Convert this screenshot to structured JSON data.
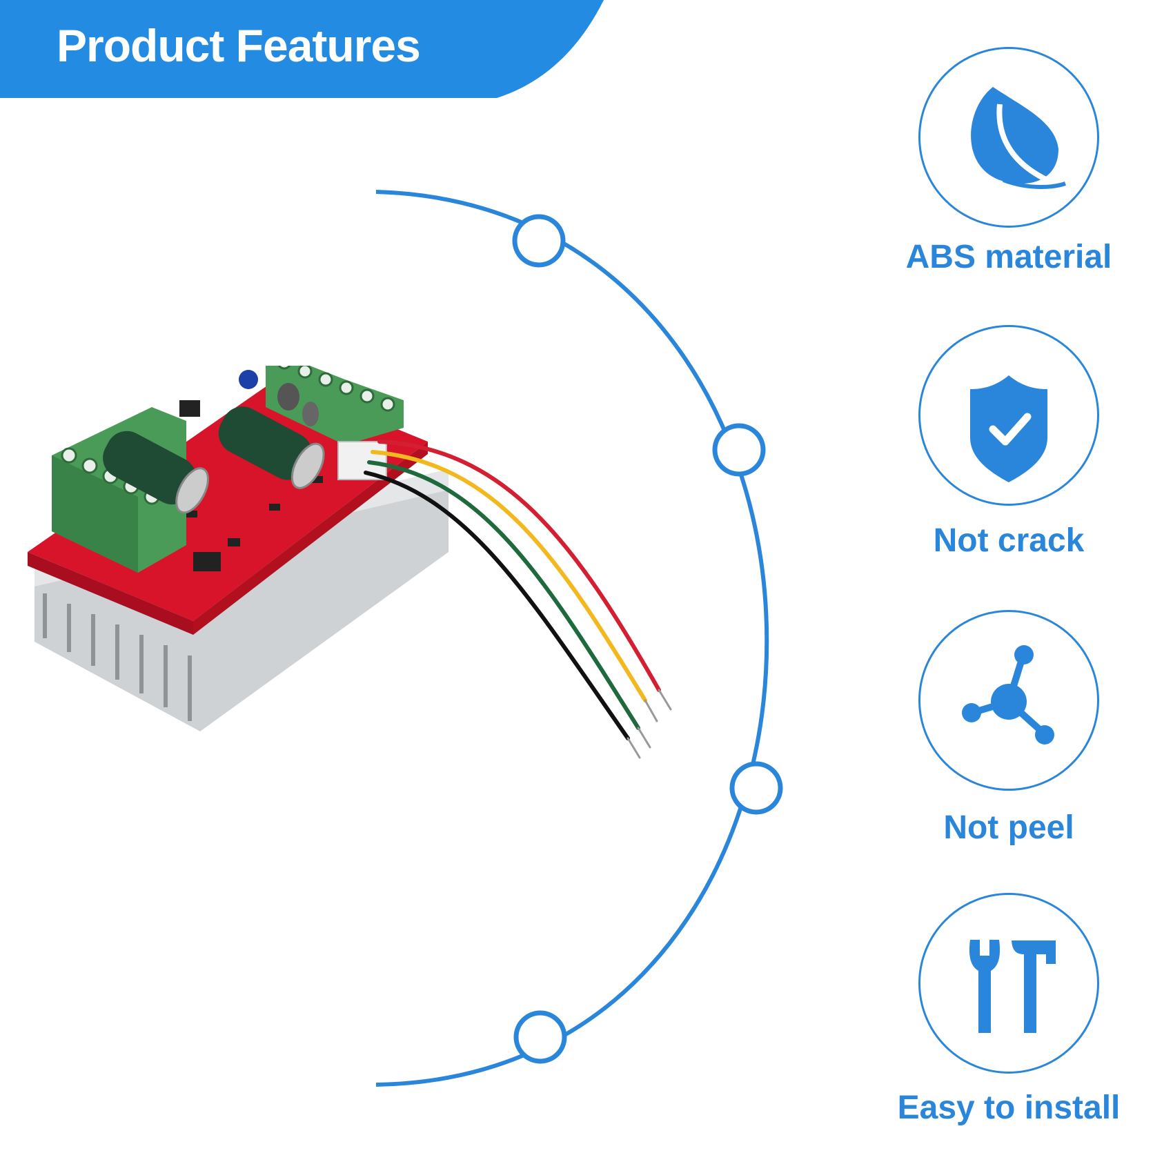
{
  "banner": {
    "title": "Product Features",
    "color": "#238be2"
  },
  "accent_color": "#2a86db",
  "features": [
    {
      "label": "ABS material",
      "icon": "leaf-icon"
    },
    {
      "label": "Not crack",
      "icon": "shield-check-icon"
    },
    {
      "label": "Not peel",
      "icon": "molecule-icon"
    },
    {
      "label": "Easy to install",
      "icon": "wrench-hammer-icon"
    }
  ]
}
